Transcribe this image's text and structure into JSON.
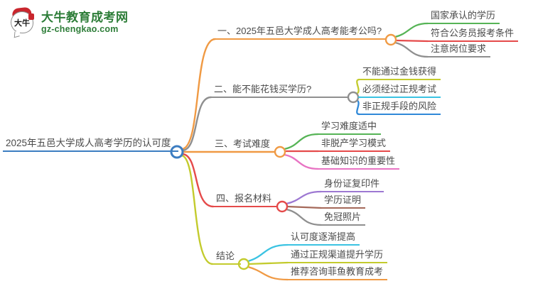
{
  "logo": {
    "icon_text": "大牛",
    "site_name": "大牛教育成考网",
    "site_domain": "gz-chengkao.com",
    "brand_color": "#2d7d38",
    "seal_color": "#c9262d"
  },
  "mindmap": {
    "root": {
      "label": "2025年五邑大学成人高考学历的认可度",
      "color": "#3c7dc1"
    },
    "branches": [
      {
        "label": "一、2025年五邑大学成人高考能考公吗?",
        "color": "#f09a44",
        "children": [
          {
            "label": "国家承认的学历",
            "color": "#56b456"
          },
          {
            "label": "符合公务员报考条件",
            "color": "#e54a4a"
          },
          {
            "label": "注意岗位要求",
            "color": "#8f8f8f"
          }
        ]
      },
      {
        "label": "二、能不能花钱买学历?",
        "color": "#8f8f8f",
        "children": [
          {
            "label": "不能通过金钱获得",
            "color": "#c3cb2d"
          },
          {
            "label": "必须经过正规考试",
            "color": "#3bc3e2"
          },
          {
            "label": "非正规手段的风险",
            "color": "#3089d8"
          }
        ]
      },
      {
        "label": "三、考试难度",
        "color": "#f09a44",
        "children": [
          {
            "label": "学习难度适中",
            "color": "#56b456"
          },
          {
            "label": "非脱产学习模式",
            "color": "#e54a4a"
          },
          {
            "label": "基础知识的重要性",
            "color": "#e873c3"
          }
        ]
      },
      {
        "label": "四、报名材料",
        "color": "#e54a4a",
        "children": [
          {
            "label": "身份证复印件",
            "color": "#9d78d2"
          },
          {
            "label": "学历证明",
            "color": "#a5695a"
          },
          {
            "label": "免冠照片",
            "color": "#8f8f8f"
          }
        ]
      },
      {
        "label": "结论",
        "color": "#c3cb2d",
        "children": [
          {
            "label": "认可度逐渐提高",
            "color": "#3bc3e2"
          },
          {
            "label": "通过正规渠道提升学历",
            "color": "#c3cb2d"
          },
          {
            "label": "推荐咨询菲鱼教育成考",
            "color": "#f09a44"
          }
        ]
      }
    ]
  }
}
